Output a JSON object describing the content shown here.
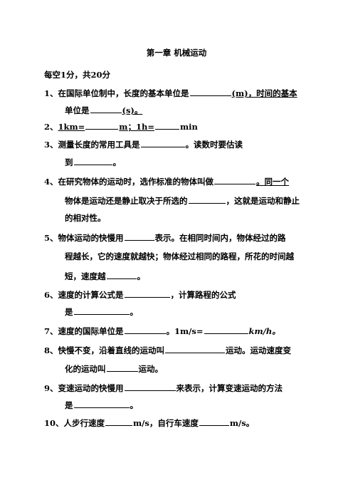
{
  "title": "第一章 机械运动",
  "scoring": "每空1分，共20分",
  "q1": {
    "num": "1、",
    "a": "在国际单位制中，长度的基本单位是",
    "b": "(m)，时间的基本",
    "c": "单位是",
    "d": "(s)。"
  },
  "q2": {
    "num": "2、",
    "a": "1km=",
    "b": "m；1h=",
    "c": "min"
  },
  "q3": {
    "num": "3、",
    "a": "测量长度的常用工具是",
    "b": "。读数时要估读",
    "c": "到",
    "d": "。"
  },
  "q4": {
    "num": "4、",
    "a": "在研究物体的运动时，选作标准的物体叫做",
    "b": "。同一个",
    "c": "物体是运动还是静止取决于所选的",
    "d": "，这就是运动和静止",
    "e": "的相对性。"
  },
  "q5": {
    "num": "5、",
    "a": "物体运动的快慢用",
    "b": "表示。在相同时间内，物体经过的路",
    "c": "程越长，它的速度就越快；物体经过相同的路程，所花的时间越",
    "d": "短，速度越",
    "e": "。"
  },
  "q6": {
    "num": "6、",
    "a": "速度的计算公式是",
    "b": "，计算路程的公式",
    "c": "是",
    "d": "。"
  },
  "q7": {
    "num": "7、",
    "a": "速度的国际单位是",
    "b": "。1m/s=",
    "c": "km/h。"
  },
  "q8": {
    "num": "8、",
    "a": "快慢不变，沿着直线的运动叫",
    "b": "运动。运动速度变",
    "c": "化的运动叫",
    "d": "运动。"
  },
  "q9": {
    "num": "9、",
    "a": "变速运动的快慢用",
    "b": "来表示，计算变速运动的方法",
    "c": "是",
    "d": "。"
  },
  "q10": {
    "num": "10、",
    "a": "人步行速度",
    "b": "m/s，自行车速度",
    "c": "m/s。"
  }
}
